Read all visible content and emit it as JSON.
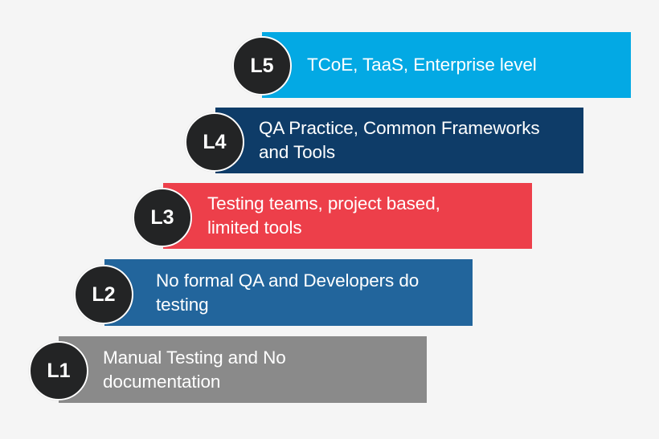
{
  "diagram": {
    "type": "maturity-staircase",
    "levels": [
      {
        "id": "L5",
        "badge": "L5",
        "label": "TCoE, TaaS, Enterprise level",
        "color": "#03a9e4"
      },
      {
        "id": "L4",
        "badge": "L4",
        "label": "QA Practice, Common Frameworks\nand Tools",
        "color": "#0e3c68"
      },
      {
        "id": "L3",
        "badge": "L3",
        "label": "Testing teams, project based,\nlimited tools",
        "color": "#ed3f4a"
      },
      {
        "id": "L2",
        "badge": "L2",
        "label": "No formal QA and Developers do\ntesting",
        "color": "#22659c"
      },
      {
        "id": "L1",
        "badge": "L1",
        "label": "Manual Testing and No\ndocumentation",
        "color": "#8a8a8a"
      }
    ],
    "badge_color": "#232425",
    "background_color": "#f5f5f5"
  }
}
